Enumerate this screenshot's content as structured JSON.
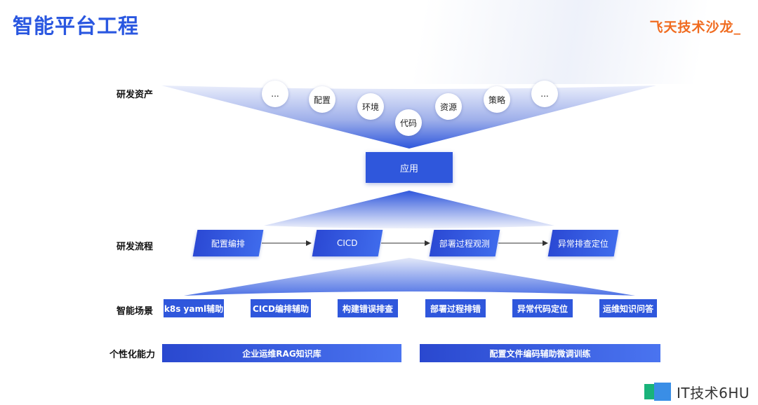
{
  "title": "智能平台工程",
  "brand": "飞天技术沙龙_",
  "rows": {
    "assets": "研发资产",
    "process": "研发流程",
    "scenes": "智能场景",
    "capabilities": "个性化能力"
  },
  "assets": [
    "...",
    "配置",
    "环境",
    "代码",
    "资源",
    "策略",
    "..."
  ],
  "app": "应用",
  "process_steps": [
    "配置编排",
    "CICD",
    "部署过程观测",
    "异常排查定位"
  ],
  "scenes": [
    "k8s yaml辅助",
    "CICD编排辅助",
    "构建错误排查",
    "部署过程排错",
    "异常代码定位",
    "运维知识问答"
  ],
  "capabilities": [
    "企业运维RAG知识库",
    "配置文件编码辅助微调训练"
  ],
  "watermark": "IT技术6HU",
  "colors": {
    "primary": "#2f57dc",
    "title": "#2a57e0",
    "brand": "#f06b1f"
  }
}
